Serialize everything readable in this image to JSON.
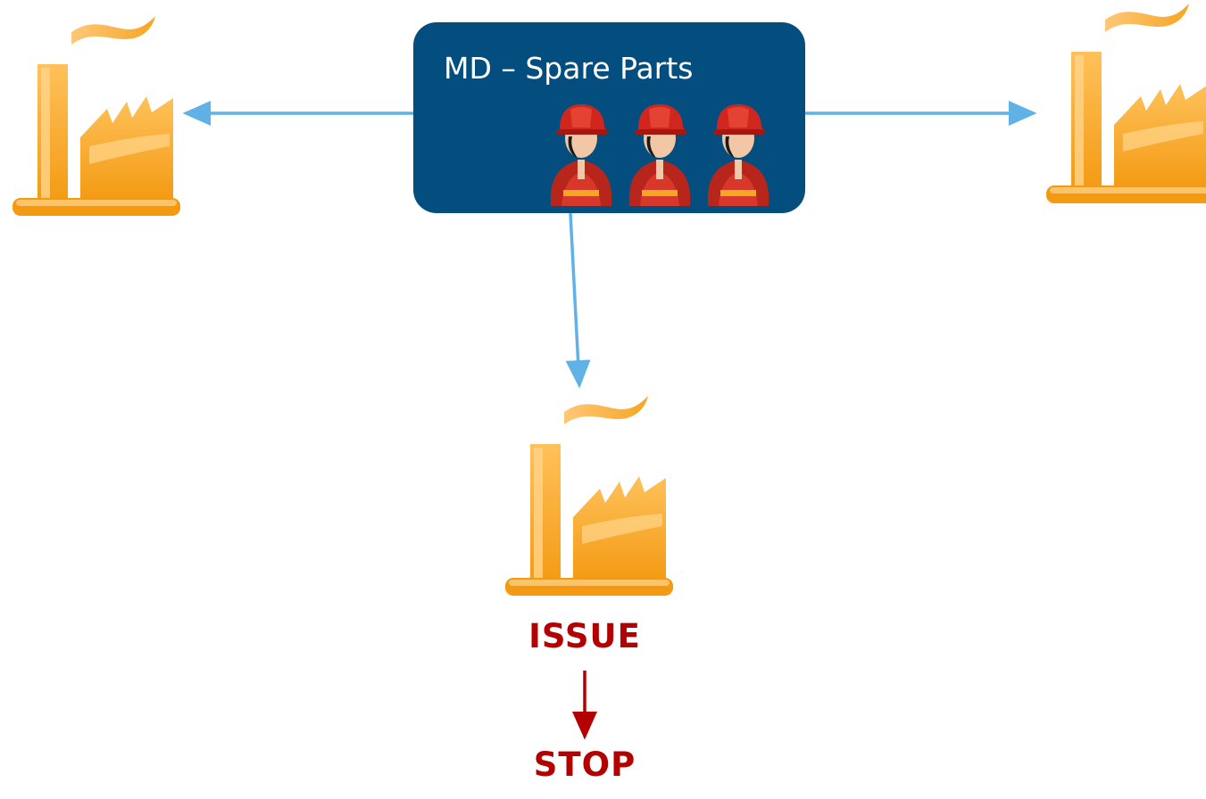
{
  "hub": {
    "title": "MD – Spare Parts",
    "icons": [
      "worker-icon",
      "worker-icon",
      "worker-icon"
    ]
  },
  "plants": [
    {
      "name": "factory-icon"
    },
    {
      "name": "factory-icon"
    },
    {
      "name": "factory-icon"
    }
  ],
  "flow": {
    "issue_label": "ISSUE",
    "stop_label": "STOP"
  },
  "colors": {
    "hub_fill": "#034e7e",
    "connector": "#5fb1e6",
    "factory": "#f7a21b",
    "alert": "#b30000"
  }
}
